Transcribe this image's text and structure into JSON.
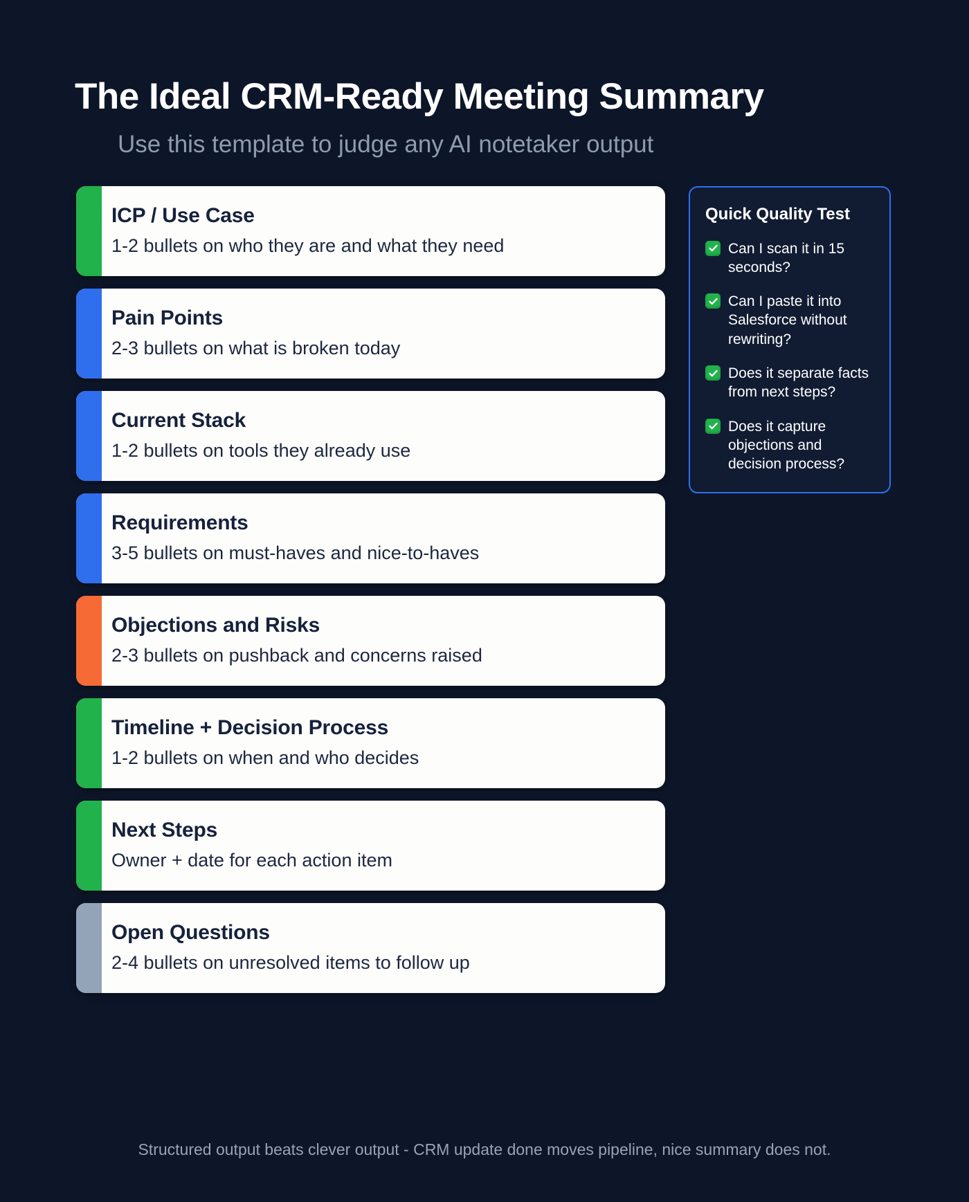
{
  "header": {
    "title": "The Ideal CRM-Ready Meeting Summary",
    "subtitle": "Use this template to judge any AI notetaker output"
  },
  "colors": {
    "background": "#0d1628",
    "card_bg": "#fdfdfb",
    "accent_green": "#22b24c",
    "accent_blue": "#2f6fee",
    "accent_orange": "#f56a35",
    "accent_gray": "#93a3b8",
    "panel_border": "#2f6fee",
    "title_text": "#ffffff",
    "subtitle_text": "#8e9bb0",
    "footer_text": "#97a3b6"
  },
  "cards": [
    {
      "title": "ICP / Use Case",
      "desc": "1-2 bullets on who they are and what they need",
      "accent": "#22b24c"
    },
    {
      "title": "Pain Points",
      "desc": "2-3 bullets on what is broken today",
      "accent": "#2f6fee"
    },
    {
      "title": "Current Stack",
      "desc": "1-2 bullets on tools they already use",
      "accent": "#2f6fee"
    },
    {
      "title": "Requirements",
      "desc": "3-5 bullets on must-haves and nice-to-haves",
      "accent": "#2f6fee"
    },
    {
      "title": "Objections and Risks",
      "desc": "2-3 bullets on pushback and concerns raised",
      "accent": "#f56a35"
    },
    {
      "title": "Timeline + Decision Process",
      "desc": "1-2 bullets on when and who decides",
      "accent": "#22b24c"
    },
    {
      "title": "Next Steps",
      "desc": "Owner + date for each action item",
      "accent": "#22b24c"
    },
    {
      "title": "Open Questions",
      "desc": "2-4 bullets on unresolved items to follow up",
      "accent": "#93a3b8"
    }
  ],
  "quality_panel": {
    "title": "Quick Quality Test",
    "items": [
      {
        "text": "Can I scan it in 15 seconds?",
        "checked": true
      },
      {
        "text": "Can I paste it into Salesforce without rewriting?",
        "checked": true
      },
      {
        "text": "Does it separate facts from next steps?",
        "checked": true
      },
      {
        "text": "Does it capture objections and decision process?",
        "checked": true
      }
    ]
  },
  "footer": {
    "text": "Structured output beats clever output - CRM update done moves pipeline, nice summary does not."
  }
}
